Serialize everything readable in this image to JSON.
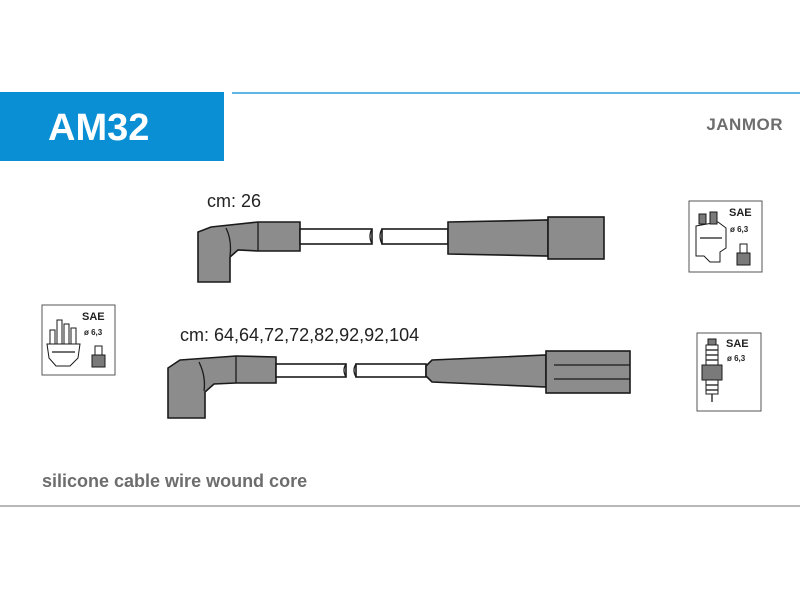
{
  "header": {
    "code": "AM32",
    "brand": "JANMOR",
    "accent_color": "#0a8fd4"
  },
  "cables": [
    {
      "length_label": "cm: 26"
    },
    {
      "length_label": "cm: 64,64,72,72,82,92,92,104"
    }
  ],
  "icons": {
    "coil": {
      "standard": "SAE",
      "diameter": "ø 6,3",
      "icon": "ignition-coil-icon"
    },
    "distributor": {
      "standard": "SAE",
      "diameter": "ø 6,3",
      "icon": "distributor-cap-icon"
    },
    "spark_plug": {
      "standard": "SAE",
      "diameter": "ø 6,3",
      "icon": "spark-plug-icon"
    }
  },
  "footer": {
    "description": "silicone cable wire wound core"
  }
}
